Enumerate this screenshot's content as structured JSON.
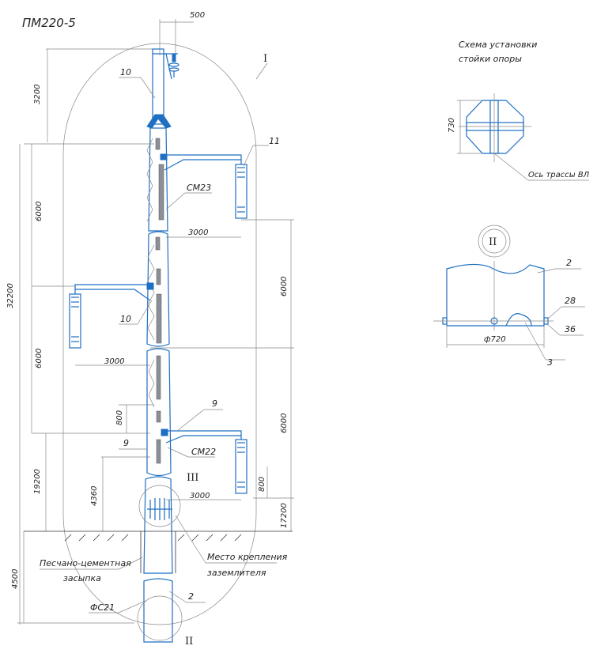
{
  "title": "ПМ220-5",
  "scheme": {
    "title_line1": "Схема установки",
    "title_line2": "стойки опоры",
    "dim_730": "730",
    "axis_label": "Ось трассы ВЛ"
  },
  "detail_II": {
    "marker": "II",
    "callout_2": "2",
    "callout_28": "28",
    "callout_36": "36",
    "callout_3": "3",
    "diameter": "ф720"
  },
  "dimensions": {
    "d500": "500",
    "d3200": "3200",
    "d6000_upper": "6000",
    "d32200": "32200",
    "d6000_lower": "6000",
    "d19200": "19200",
    "d4360": "4360",
    "d4500": "4500",
    "d3000_upper": "3000",
    "d3000_middle": "3000",
    "d3000_lower": "3000",
    "d6000_right_upper": "6000",
    "d6000_right_lower": "6000",
    "d800_left": "800",
    "d800_right": "800",
    "d17200": "17200"
  },
  "callouts": {
    "I": "I",
    "II": "II",
    "III": "III",
    "c10_top": "10",
    "c11": "11",
    "cSM23": "СМ23",
    "c10_mid": "10",
    "c9_right": "9",
    "c9_left": "9",
    "cSM22": "СМ22",
    "sand_line1": "Песчано-цементная",
    "sand_line2": "засыпка",
    "ground_line1": "Место крепления",
    "ground_line2": "заземлителя",
    "cFS21": "ФС21",
    "c2": "2"
  },
  "colors": {
    "structure": "#1f6fc2",
    "panel": "#8a8f98",
    "lines": "#888888"
  }
}
